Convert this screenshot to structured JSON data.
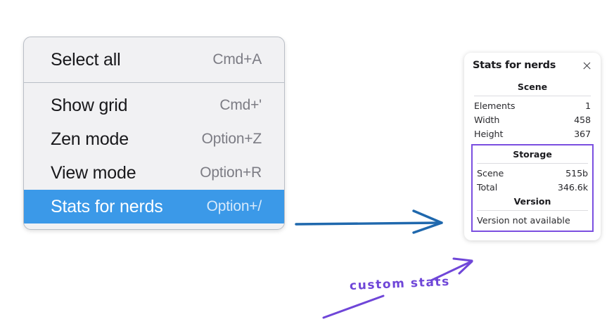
{
  "menu": {
    "name": "context-menu",
    "groups": [
      {
        "items": [
          {
            "label": "Select all",
            "shortcut": "Cmd+A",
            "selected": false
          }
        ]
      },
      {
        "items": [
          {
            "label": "Show grid",
            "shortcut": "Cmd+'",
            "selected": false
          },
          {
            "label": "Zen mode",
            "shortcut": "Option+Z",
            "selected": false
          },
          {
            "label": "View mode",
            "shortcut": "Option+R",
            "selected": false
          },
          {
            "label": "Stats for nerds",
            "shortcut": "Option+/",
            "selected": true
          }
        ]
      }
    ]
  },
  "stats": {
    "title": "Stats for nerds",
    "close_icon": "close-icon",
    "scene": {
      "heading": "Scene",
      "rows": [
        {
          "key": "Elements",
          "value": "1"
        },
        {
          "key": "Width",
          "value": "458"
        },
        {
          "key": "Height",
          "value": "367"
        }
      ]
    },
    "storage": {
      "heading": "Storage",
      "rows": [
        {
          "key": "Scene",
          "value": "515b"
        },
        {
          "key": "Total",
          "value": "346.6k"
        }
      ]
    },
    "version": {
      "heading": "Version",
      "text": "Version not available"
    }
  },
  "annotations": {
    "blue_arrow": "arrow-right-icon",
    "purple_arrow": "arrow-up-right-icon",
    "purple_stroke": "pen-stroke",
    "hand_label": "custom stats"
  },
  "colors": {
    "menu_background": "#f1f1f3",
    "menu_border": "#b9bec6",
    "selected_row": "#3b99e8",
    "selected_text": "#ffffff",
    "shortcut_text": "#7c7c84",
    "panel_background": "#ffffff",
    "purple_accent": "#7b4fe0",
    "blue_arrow": "#1f68ad",
    "hand_text": "#6f46d8"
  }
}
